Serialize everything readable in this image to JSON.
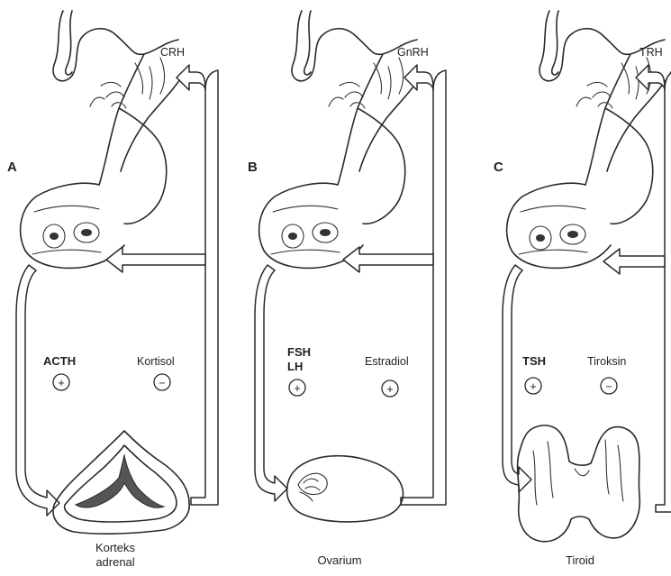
{
  "panels": [
    {
      "letter": "A",
      "releasing_hormone": "CRH",
      "pituitary_hormones": [
        "ACTH"
      ],
      "pituitary_sign": "+",
      "feedback_hormone": "Kortisol",
      "feedback_sign": "−",
      "target_gland": [
        "Korteks",
        "adrenal"
      ]
    },
    {
      "letter": "B",
      "releasing_hormone": "GnRH",
      "pituitary_hormones": [
        "FSH",
        "LH"
      ],
      "pituitary_sign": "+",
      "feedback_hormone": "Estradiol",
      "feedback_sign": "+",
      "target_gland": [
        "Ovarium"
      ]
    },
    {
      "letter": "C",
      "releasing_hormone": "TRH",
      "pituitary_hormones": [
        "TSH"
      ],
      "pituitary_sign": "+",
      "feedback_hormone": "Tiroksin",
      "feedback_sign": "−",
      "target_gland": [
        "Tiroid"
      ]
    }
  ]
}
